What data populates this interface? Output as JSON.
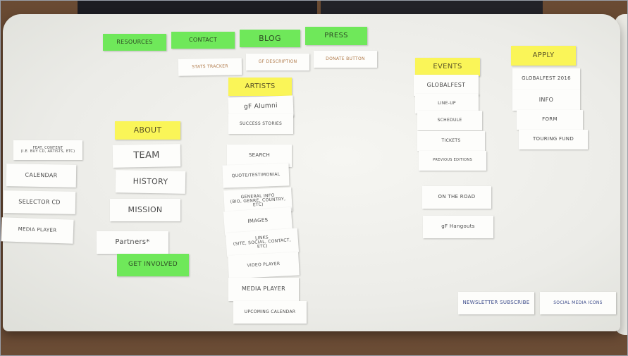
{
  "nav": {
    "resources": "Resources",
    "contact": "Contact",
    "blog": "Blog",
    "press": "Press"
  },
  "subnav": {
    "stats_tracker": "Stats Tracker",
    "gf_description": "GF Description",
    "donate_button": "Donate Button"
  },
  "about": {
    "heading": "About",
    "items": [
      "Team",
      "History",
      "Mission",
      "Partners*"
    ],
    "get_involved": "Get Involved"
  },
  "left_column": {
    "feat_content": "Feat. Content\n(i.e. buy cd, artists, etc)",
    "items": [
      "Calendar",
      "Selector CD",
      "Media Player"
    ]
  },
  "artists": {
    "heading": "Artists",
    "top_items": [
      "gF Alumni",
      "Success Stories"
    ],
    "page_items": [
      "Search",
      "Quote/Testimonial",
      "General Info\n(bio, genre, country, etc)",
      "Images",
      "Links\n(site, social, contact, etc)",
      "Video Player",
      "Media Player",
      "Upcoming Calendar"
    ]
  },
  "events": {
    "heading": "Events",
    "items": [
      "Globalfest",
      "Line-up",
      "Schedule",
      "Tickets",
      "Previous Editions"
    ],
    "extra": [
      "On the Road",
      "gF Hangouts"
    ]
  },
  "apply": {
    "heading": "Apply",
    "items": [
      "Globalfest 2016",
      "Info",
      "Form",
      "Touring Fund"
    ]
  },
  "footer": {
    "newsletter": "Newsletter Subscribe",
    "social": "Social Media Icons"
  },
  "colors": {
    "green_note": "#6fe85a",
    "yellow_note": "#faf558",
    "table": "#ecece8",
    "floor": "#5b3f2b"
  }
}
